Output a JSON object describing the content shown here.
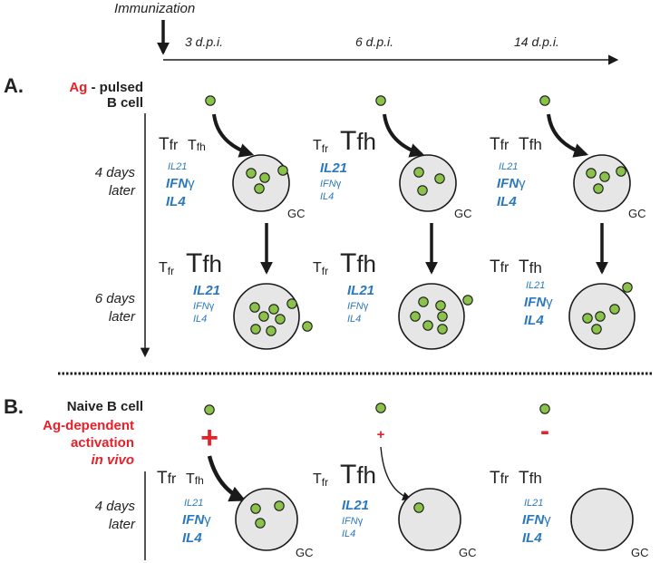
{
  "timeline": {
    "immunization": "Immunization",
    "timepoints": [
      "3 d.p.i.",
      "6 d.p.i.",
      "14 d.p.i."
    ]
  },
  "panel_a": {
    "letter": "A.",
    "label_red": "Ag",
    "label_black_1": " - pulsed",
    "label_black_2": "B cell",
    "row_labels": [
      [
        "4 days",
        "later"
      ],
      [
        "6 days",
        "later"
      ]
    ]
  },
  "panel_b": {
    "letter": "B.",
    "label_black": "Naive B cell",
    "label_red_1": "Ag-dependent",
    "label_red_2": "activation",
    "label_red_3": "in vivo",
    "activation_signs": [
      "+",
      "+",
      "-"
    ],
    "row_labels": [
      [
        "4 days",
        "later"
      ]
    ]
  },
  "labels": {
    "tfr_main": "T",
    "tfr_sub": "fr",
    "tfh_main": "T",
    "tfh_sub": "fh",
    "il21": "IL21",
    "ifn": "IFN",
    "gamma": "γ",
    "il4": "IL4",
    "gc": "GC"
  },
  "colors": {
    "cytokine_blue": "#2a78bd",
    "accent_red": "#e8202a",
    "b_cell_green": "#8bc34a",
    "gc_fill": "#e6e6e6"
  }
}
